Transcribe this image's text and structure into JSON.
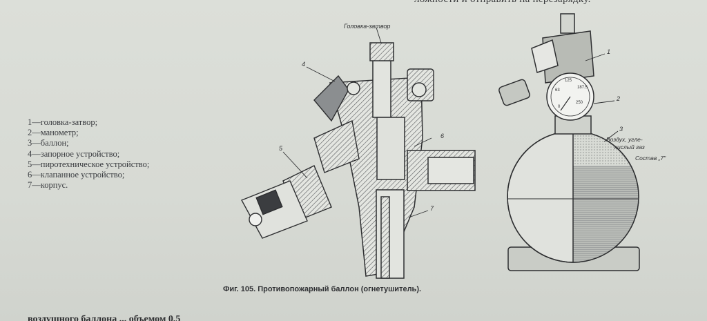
{
  "top_fragment": "ложности и отправить на перезарядку.",
  "legend": {
    "items": [
      "1—головка-затвор;",
      "2—манометр;",
      "3—баллон;",
      "4—запорное устройство;",
      "5—пиротехническое устройство;",
      "6—клапанное устройство;",
      "7—корпус."
    ]
  },
  "figure": {
    "header_label": "Головка-затвор",
    "labels": {
      "n1": "1",
      "n2": "2",
      "n3": "3",
      "n4": "4",
      "n5": "5",
      "n6": "6",
      "n7": "7"
    },
    "gauge": {
      "t1": "125",
      "t2": "187.5",
      "t3": "250",
      "t4": "63",
      "t5": "0"
    },
    "contents": {
      "line1": "Воздух, угле-",
      "line2": "кислый газ",
      "line3": "Состав „7\""
    }
  },
  "caption": "Фиг. 105. Противопожарный баллон (огнетушитель).",
  "bottom_fragment": "воздушного баллона ... объемом 0,5"
}
